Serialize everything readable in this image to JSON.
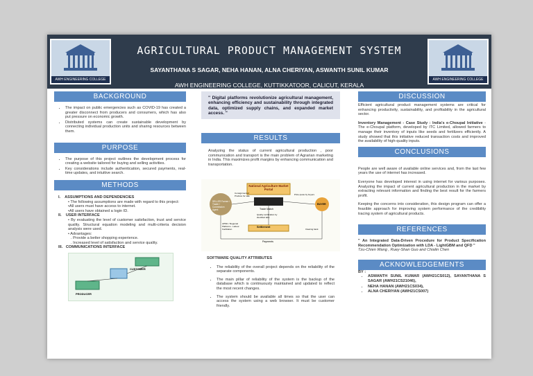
{
  "header": {
    "title": "AGRICULTURAL PRODUCT MANAGEMENT SYSTEM",
    "authors": "SAYANTHANA S SAGAR, NEHA HANAN, ALNA CHERIYAN, ASWANTH SUNIL KUMAR",
    "college": "AWH ENGINEERING COLLEGE, KUTTIKKATOOR, CALICUT, KERALA",
    "logo_text": "AWH ENGINEERING COLLEGE"
  },
  "background": {
    "heading": "BACKGROUND",
    "items": [
      "The impact on public emergencies such as COVID-19 has created a greater disconnect from producers and consumers, which has also put pressure on economic growth.",
      "Distributed systems can create sustainable development by connecting individual production units and sharing resources between them."
    ]
  },
  "purpose": {
    "heading": "PURPOSE",
    "items": [
      "The purpose of this project outlines the development process for creating a website tailored for buying and selling activities.",
      "Key considerations include authentication, secured payments, real-time updates, and intuitive search."
    ]
  },
  "methods": {
    "heading": "METHODS",
    "s1_num": "I.",
    "s1_title": "ASSUMPTIONS AND DEPENDENCIES",
    "s1_body": "The following assumptions are made with regard to this project:",
    "s1_a": "•All users must have access to internet.",
    "s1_b": "•All users have obtained a login ID.",
    "s2_num": "II.",
    "s2_title": "USER INTERFACE",
    "s2_body": "By evaluating the level of customer satisfaction, trust and service quality. Structural equation modeling and multi-criteria decision analysis were used.",
    "s2_adv": "Advantages:",
    "s2_a": ". Provide a better shopping experience.",
    "s2_b": ". Increased level of satisfaction and service quality.",
    "s3_num": "III.",
    "s3_title": "COMMUNICATIONS INTERFACE",
    "diagram_customer": "CUSTOMER",
    "diagram_producer": "PRODUCER"
  },
  "quote": "\" Digital platforms revolutionize agricultural management, enhancing efficiency and sustainability through integrated data, optimized supply chains, and expanded market access. \"",
  "results": {
    "heading": "RESULTS",
    "body": "Analyzing the status of current agricultural production , poor communication and transport is the main problem of Agrarian marketing in India. This maximizes profit margins by enhancing communication and transportation.",
    "fig_title": "National Agriculture Market Portal",
    "fig_seller": "SELLER Farmer / Trader / Commission Agent",
    "fig_buyer": "BUYER",
    "fig_trade": "Trade Match",
    "fig_settlement": "Settlement",
    "fig_payments": "Payments",
    "fig_quality": "Quality certification by identified labs",
    "fig_assay": "APMC / Regional Platforms - Labour Facilitation",
    "fig_clearing": "Clearing bank",
    "fig_bid": "Price quote by buyers",
    "fig_sale": "Consignment of Produce for sale",
    "sqa_heading": "SOFTWARE QUALITY ATTRIBUTES",
    "sqa_items": [
      "The reliability of the overall project depends on the reliability of the separate components.",
      "The main pillar of reliability of the system is the backup of the database which is continuously maintained and updated to reflect the most recent changes.",
      "The system should be available all times so that the user can access the system using a web browser. It must be customer friendly."
    ]
  },
  "discussion": {
    "heading": "DISCUSSION",
    "p1": "Efficient agricultural product management systems are critical for enhancing productivity, sustainability, and profitability in the agricultural sector.",
    "p2_bold": "Inventory Management - Case Study : India's e-Choupal Initiative",
    "p2_rest": " - The e-Choupal platform, developed by ITC Limited, allowed farmers to manage their inventory of inputs like seeds and fertilizers efficiently. A study showed that this initiative reduced transaction costs and improved the availability of high-quality inputs."
  },
  "conclusions": {
    "heading": "CONCLUSIONS",
    "p1": "People are well aware of available online services and, from the last few years the use of internet has increased.",
    "p2": "Everyone has developed interest in using internet for various purposes. Analyzing the impact of current agricultural production in the market by extracting relevant information and finding the best result for the farmers profit.",
    "p3": "Keeping the concerns into consideration, this design program can offer a feasible approach for improving system performance of the credibility tracing system of agricultural products."
  },
  "references": {
    "heading": "REFERENCES",
    "title": "\" An Integrated Data-Driven Procedure for Product Specification Recommendation Optimization with LDA - LightGBM and QFD \"",
    "authors": "Tzu-Chien Wang , Ruey-Shan Guo and Chialin Chen"
  },
  "acknowledgements": {
    "heading": "ACKNOWLEDGEMENTS",
    "by": "BY :",
    "items": [
      "ASWANTH SUNIL KUMAR (AWH21CS012), SAYANTHANA S SAGAR (AWH21CS21046),",
      "NEHA HANAN (AWH21CS034),",
      "ALNA CHERIYAN (AWH21CS007)"
    ]
  },
  "colors": {
    "header": "#2f3c4c",
    "section": "#5b8bc5",
    "quote_bg": "#dfe2ec"
  }
}
